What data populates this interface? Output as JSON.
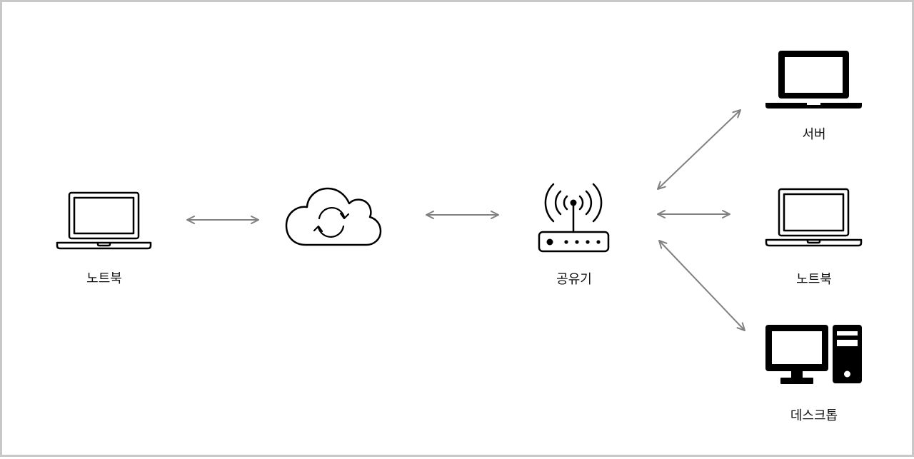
{
  "nodes": {
    "left_laptop": {
      "label": "노트북",
      "icon": "laptop-outline-icon"
    },
    "cloud": {
      "label": "",
      "icon": "cloud-sync-icon"
    },
    "router": {
      "label": "공유기",
      "icon": "wifi-router-icon"
    },
    "server": {
      "label": "서버",
      "icon": "laptop-solid-icon"
    },
    "right_laptop": {
      "label": "노트북",
      "icon": "laptop-outline-icon"
    },
    "desktop": {
      "label": "데스크톱",
      "icon": "desktop-computer-icon"
    }
  },
  "edges": [
    {
      "from": "left_laptop",
      "to": "cloud",
      "bidirectional": true
    },
    {
      "from": "cloud",
      "to": "router",
      "bidirectional": true
    },
    {
      "from": "router",
      "to": "server",
      "bidirectional": true
    },
    {
      "from": "router",
      "to": "right_laptop",
      "bidirectional": true
    },
    {
      "from": "router",
      "to": "desktop",
      "bidirectional": true
    }
  ],
  "colors": {
    "icon": "#000000",
    "arrow": "#808080",
    "border": "#c8c8c8"
  }
}
